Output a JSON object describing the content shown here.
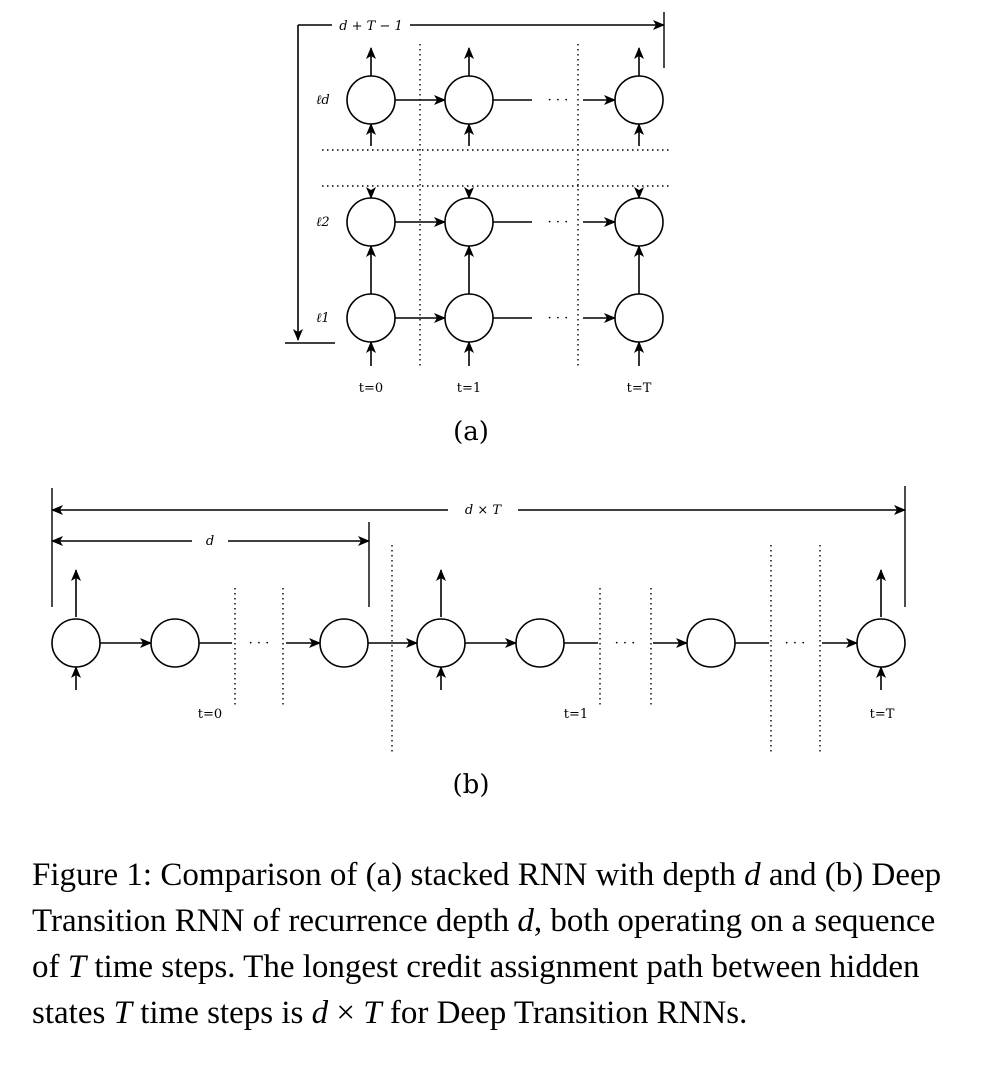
{
  "panel_a": {
    "span_label": "d + T − 1",
    "layer_labels": [
      "ℓd",
      "ℓ2",
      "ℓ1"
    ],
    "time_labels": [
      "t=0",
      "t=1",
      "t=T"
    ],
    "ellipsis": "· · ·",
    "panel_label": "(a)"
  },
  "panel_b": {
    "span_total_label": "d × T",
    "span_depth_label": "d",
    "time_labels": [
      "t=0",
      "t=1",
      "t=T"
    ],
    "ellipsis": "· · ·",
    "panel_label": "(b)"
  },
  "caption": {
    "p1": "Figure 1:  Comparison of (a) stacked RNN with depth ",
    "v1": "d",
    "p2": " and (b) Deep Transition RNN of recurrence depth ",
    "v2": "d",
    "p3": ", both operating on a sequence of ",
    "v3": "T",
    "p4": " time steps. The longest credit assignment path between hidden states ",
    "v4": "T",
    "p5": " time steps is ",
    "v5": "d",
    "p6": " × ",
    "v6": "T",
    "p7": " for Deep Transition RNNs."
  }
}
